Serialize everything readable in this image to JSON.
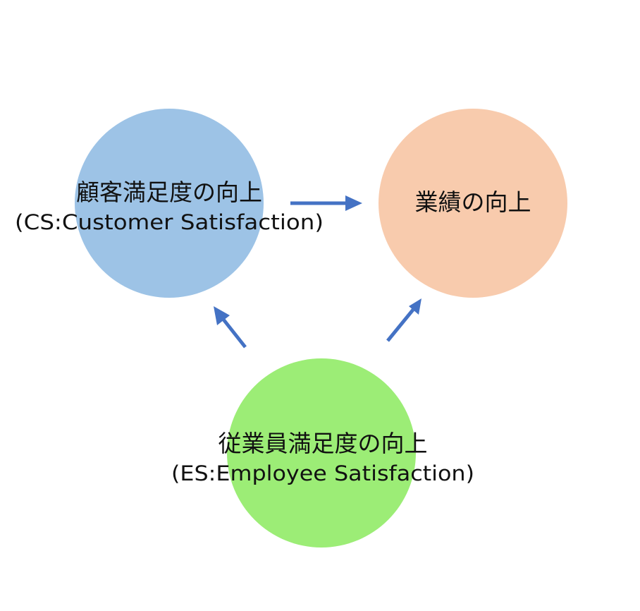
{
  "nodes": {
    "cs": {
      "title": "顧客満足度の向上",
      "subtitle": "(CS:Customer Satisfaction)",
      "color": "#9dc3e6"
    },
    "performance": {
      "title": "業績の向上",
      "color": "#f8cbad"
    },
    "es": {
      "title": "従業員満足度の向上",
      "subtitle": "(ES:Employee Satisfaction)",
      "color": "#9ced76"
    }
  },
  "arrows": {
    "color": "#4472c4"
  }
}
